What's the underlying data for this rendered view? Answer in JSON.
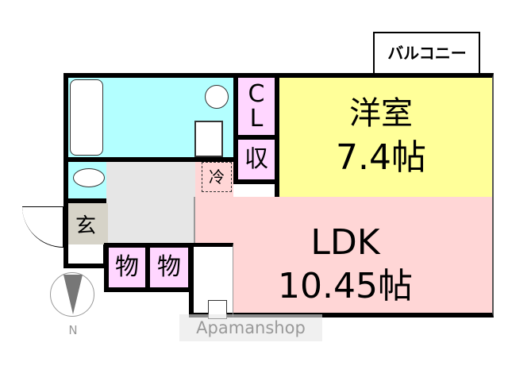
{
  "rooms": {
    "western": {
      "name": "洋室",
      "size": "7.4帖",
      "color": "#ffff99"
    },
    "ldk": {
      "name": "LDK",
      "size": "10.45帖",
      "color": "#ffd6d6"
    },
    "closet": "CL",
    "storage": "収",
    "fridge": "冷",
    "entrance": "玄",
    "storage_1": "物",
    "storage_2": "物",
    "balcony": "バルコニー"
  },
  "colors": {
    "wet_area": "#b3ffff",
    "storage": "#ffd6ff",
    "hall": "#e6e6e6",
    "entrance": "#d6d3c8"
  },
  "compass": {
    "label": "N"
  },
  "watermark": "Apamanshop"
}
